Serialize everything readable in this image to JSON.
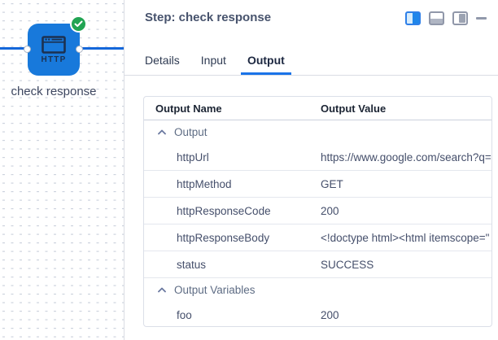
{
  "canvas": {
    "node_label": "check response",
    "node_type": "HTTP",
    "status": "success-check",
    "colors": {
      "node": "#1879DB",
      "connection_line": "#1467DA",
      "status_badge": "#21A453"
    }
  },
  "panel": {
    "title": "Step: check response",
    "window_controls": [
      {
        "name": "split-view",
        "active": true
      },
      {
        "name": "bottom-panel-view",
        "active": false
      },
      {
        "name": "right-panel-view",
        "active": false
      },
      {
        "name": "minimize",
        "active": false
      }
    ],
    "tabs": [
      {
        "label": "Details",
        "active": false
      },
      {
        "label": "Input",
        "active": false
      },
      {
        "label": "Output",
        "active": true
      }
    ],
    "active_tab_color": "#1A73E8",
    "table": {
      "columns": [
        "Output Name",
        "Output Value"
      ],
      "rows": [
        {
          "type": "group",
          "name": "Output",
          "collapsed": false
        },
        {
          "type": "data",
          "name": "httpUrl",
          "value": "https://www.google.com/search?q="
        },
        {
          "type": "data",
          "name": "httpMethod",
          "value": "GET"
        },
        {
          "type": "data",
          "name": "httpResponseCode",
          "value": "200"
        },
        {
          "type": "data",
          "name": "httpResponseBody",
          "value": "<!doctype html><html itemscope=\""
        },
        {
          "type": "data",
          "name": "status",
          "value": "SUCCESS"
        },
        {
          "type": "group",
          "name": "Output Variables",
          "collapsed": false
        },
        {
          "type": "data",
          "name": "foo",
          "value": "200"
        }
      ]
    }
  }
}
